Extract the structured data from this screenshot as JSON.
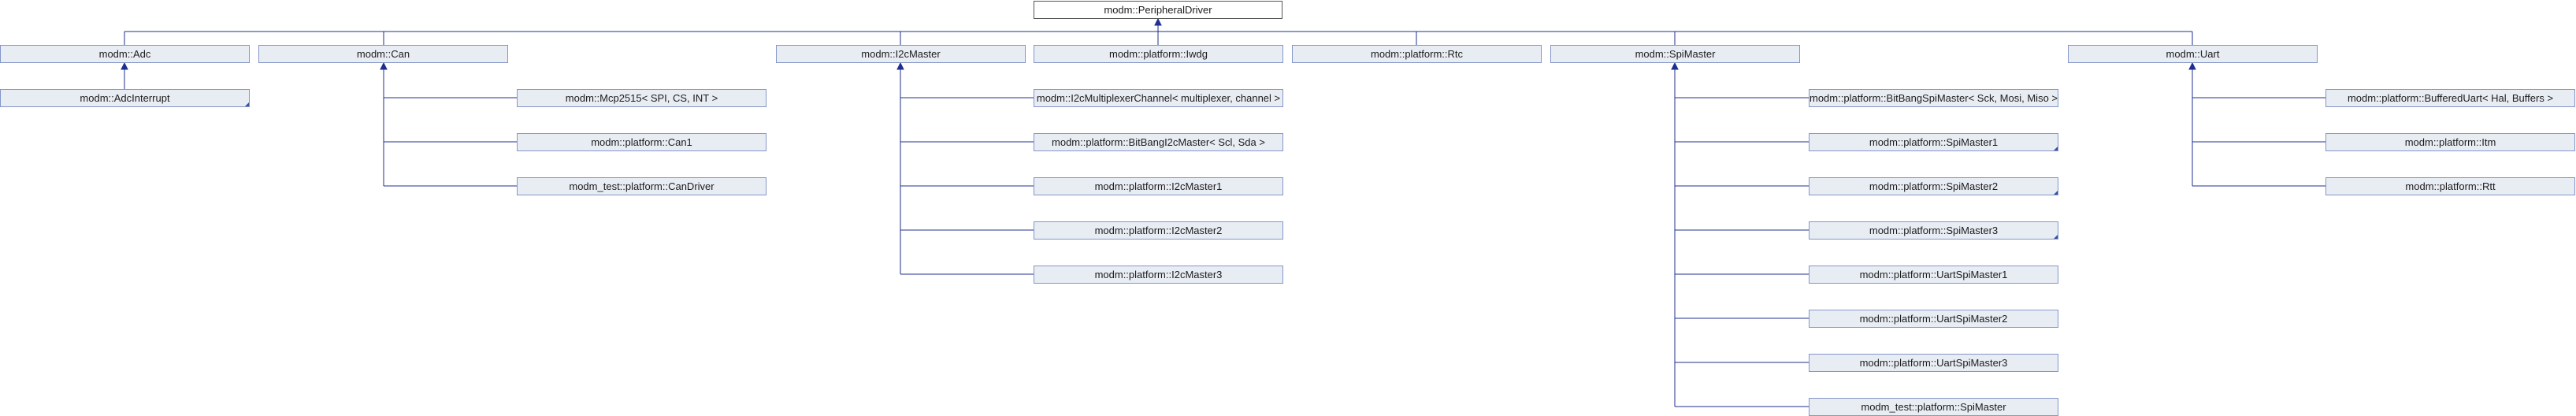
{
  "colors": {
    "node_fill": "#e8edf4",
    "node_border": "#8496c8",
    "root_fill": "#ffffff",
    "root_border": "#555555",
    "edge": "#1f2f8f"
  },
  "root": "modm::PeripheralDriver",
  "classes": [
    "modm::Adc",
    "modm::Can",
    "modm::I2cMaster",
    "modm::platform::Iwdg",
    "modm::platform::Rtc",
    "modm::SpiMaster",
    "modm::Uart"
  ],
  "subclasses": {
    "adc": [
      "modm::AdcInterrupt"
    ],
    "can": [
      "modm::Mcp2515< SPI, CS, INT >",
      "modm::platform::Can1",
      "modm_test::platform::CanDriver"
    ],
    "i2c": [
      "modm::I2cMultiplexerChannel< multiplexer, channel >",
      "modm::platform::BitBangI2cMaster< Scl, Sda >",
      "modm::platform::I2cMaster1",
      "modm::platform::I2cMaster2",
      "modm::platform::I2cMaster3"
    ],
    "spi": [
      "modm::platform::BitBangSpiMaster< Sck, Mosi, Miso >",
      "modm::platform::SpiMaster1",
      "modm::platform::SpiMaster2",
      "modm::platform::SpiMaster3",
      "modm::platform::UartSpiMaster1",
      "modm::platform::UartSpiMaster2",
      "modm::platform::UartSpiMaster3",
      "modm_test::platform::SpiMaster"
    ],
    "uart": [
      "modm::platform::BufferedUart< Hal, Buffers >",
      "modm::platform::Itm",
      "modm::platform::Rtt"
    ]
  }
}
